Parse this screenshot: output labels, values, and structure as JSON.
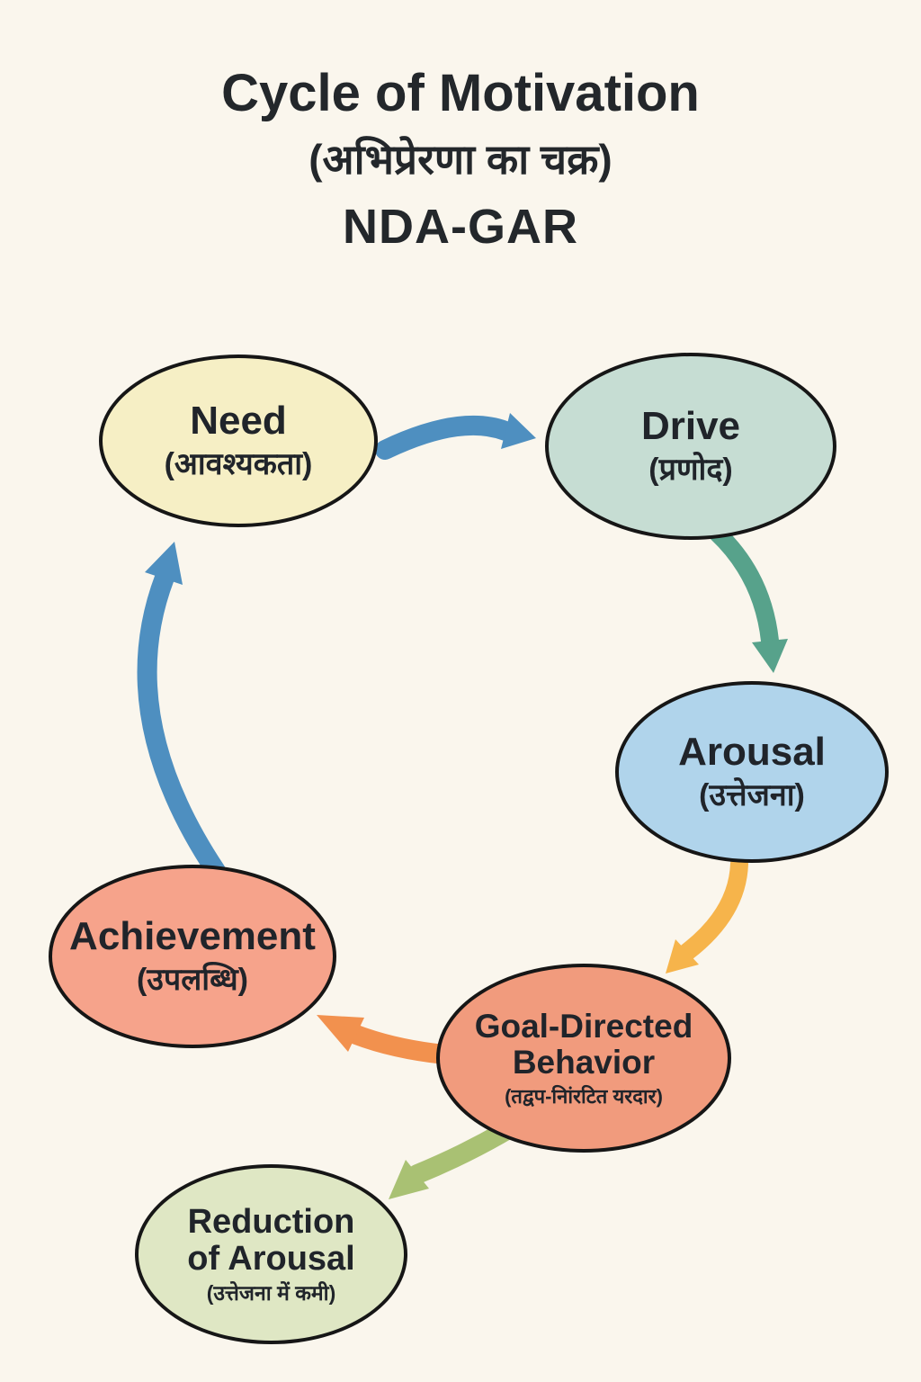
{
  "title": {
    "line1": "Cycle of Motivation",
    "line2": "(अभिप्रेरणा का चक्र)",
    "line3": "NDA-GAR"
  },
  "colors": {
    "background": "#FAF6ED",
    "node_border": "#161616",
    "text": "#23272b"
  },
  "nodes": [
    {
      "id": "need",
      "label": "Need",
      "label2": "",
      "hindi": "(आवश्यकता)",
      "fill": "#F6EFC5"
    },
    {
      "id": "drive",
      "label": "Drive",
      "label2": "",
      "hindi": "(प्रणोद)",
      "fill": "#C6DDD3"
    },
    {
      "id": "arousal",
      "label": "Arousal",
      "label2": "",
      "hindi": "(उत्तेजना)",
      "fill": "#B0D4EB"
    },
    {
      "id": "goal-directed-behavior",
      "label": "Goal-Directed",
      "label2": "Behavior",
      "hindi": "(तद्वप-निांरटित यरदार)",
      "fill": "#F19B7D"
    },
    {
      "id": "achievement",
      "label": "Achievement",
      "label2": "",
      "hindi": "(उपलब्धि)",
      "fill": "#F6A38B"
    },
    {
      "id": "reduction-of-arousal",
      "label": "Reduction",
      "label2": "of Arousal",
      "hindi": "(उत्तेजना में कमी)",
      "fill": "#DFE7C4"
    }
  ],
  "arrows": [
    {
      "from": "need",
      "to": "drive",
      "color": "#4E8FC0"
    },
    {
      "from": "drive",
      "to": "arousal",
      "color": "#57A28B"
    },
    {
      "from": "arousal",
      "to": "goal-directed-behavior",
      "color": "#F6B44B"
    },
    {
      "from": "goal-directed-behavior",
      "to": "achievement",
      "color": "#F2914E"
    },
    {
      "from": "achievement",
      "to": "need",
      "color": "#4E8FC0"
    },
    {
      "from": "goal-directed-behavior",
      "to": "reduction-of-arousal",
      "color": "#A9C173"
    }
  ]
}
